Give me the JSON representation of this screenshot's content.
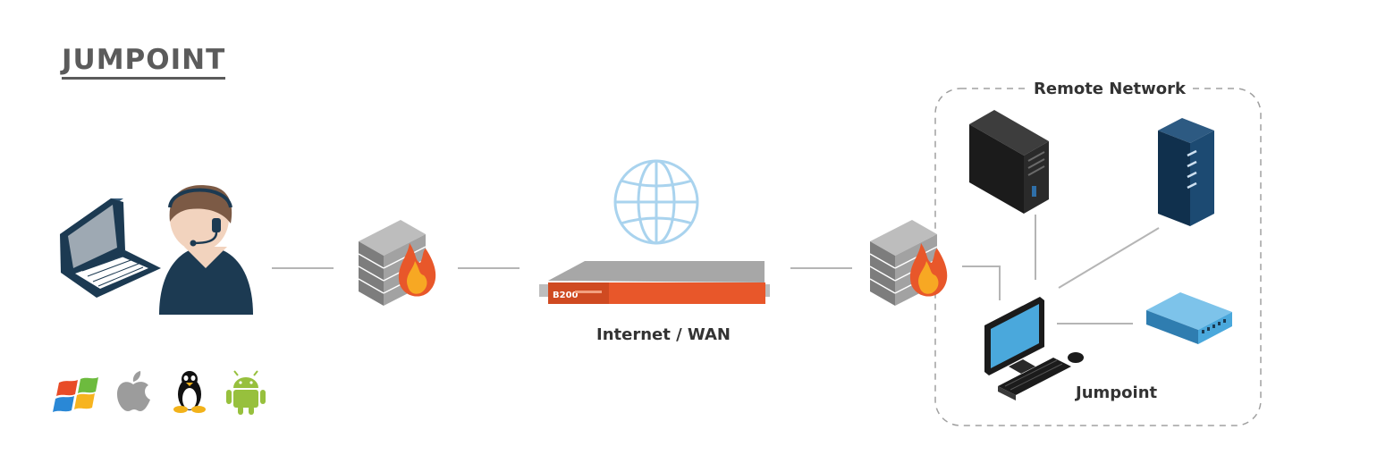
{
  "heading": "JUMPOINT",
  "labels": {
    "remote_network": "Remote Network",
    "internet_wan": "Internet / WAN",
    "jumpoint": "Jumpoint"
  },
  "appliance": {
    "model_text": "B200"
  },
  "icons": {
    "laptop": "laptop-icon",
    "technician": "support-technician-icon",
    "firewall_left": "firewall-icon",
    "globe": "globe-icon",
    "appliance": "rack-appliance-icon",
    "firewall_right": "firewall-icon",
    "tower": "tower-computer-icon",
    "rack_server": "rack-server-icon",
    "workstation": "desktop-workstation-icon",
    "switch": "network-switch-icon",
    "platforms": [
      "windows-icon",
      "apple-icon",
      "linux-icon",
      "android-icon"
    ]
  },
  "colors": {
    "accent_orange": "#e8572a",
    "navy": "#1c3a52",
    "light_blue": "#4aa8dc",
    "globe_blue": "#a9d3ee",
    "line_gray": "#b5b5b5"
  }
}
